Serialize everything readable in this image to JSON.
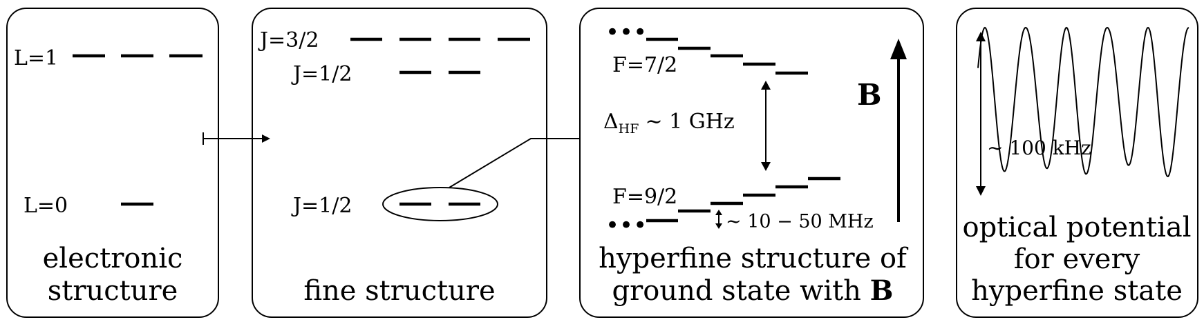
{
  "panels": {
    "electronic": {
      "levels": {
        "upper": "L=1",
        "lower": "L=0"
      },
      "caption": [
        "electronic",
        "structure"
      ]
    },
    "fine": {
      "levels": {
        "j32": "J=3/2",
        "j12_excited": "J=1/2",
        "j12_ground": "J=1/2"
      },
      "caption": [
        "fine structure"
      ]
    },
    "hyperfine": {
      "levels": {
        "f72": "F=7/2",
        "f92": "F=9/2"
      },
      "hf_splitting": {
        "symbol": "Δ",
        "subscript": "HF",
        "value": "∼ 1 GHz"
      },
      "zeeman_splitting": "∼ 10 − 50 MHz",
      "field_label": "B",
      "ellipsis": "•••",
      "caption_line1": "hyperfine structure of",
      "caption_line2_prefix": "ground state with ",
      "caption_line2_bold": "B"
    },
    "optical": {
      "depth_label": "∼ 100 kHz",
      "caption": [
        "optical potential",
        "for every",
        "hyperfine state"
      ]
    }
  }
}
